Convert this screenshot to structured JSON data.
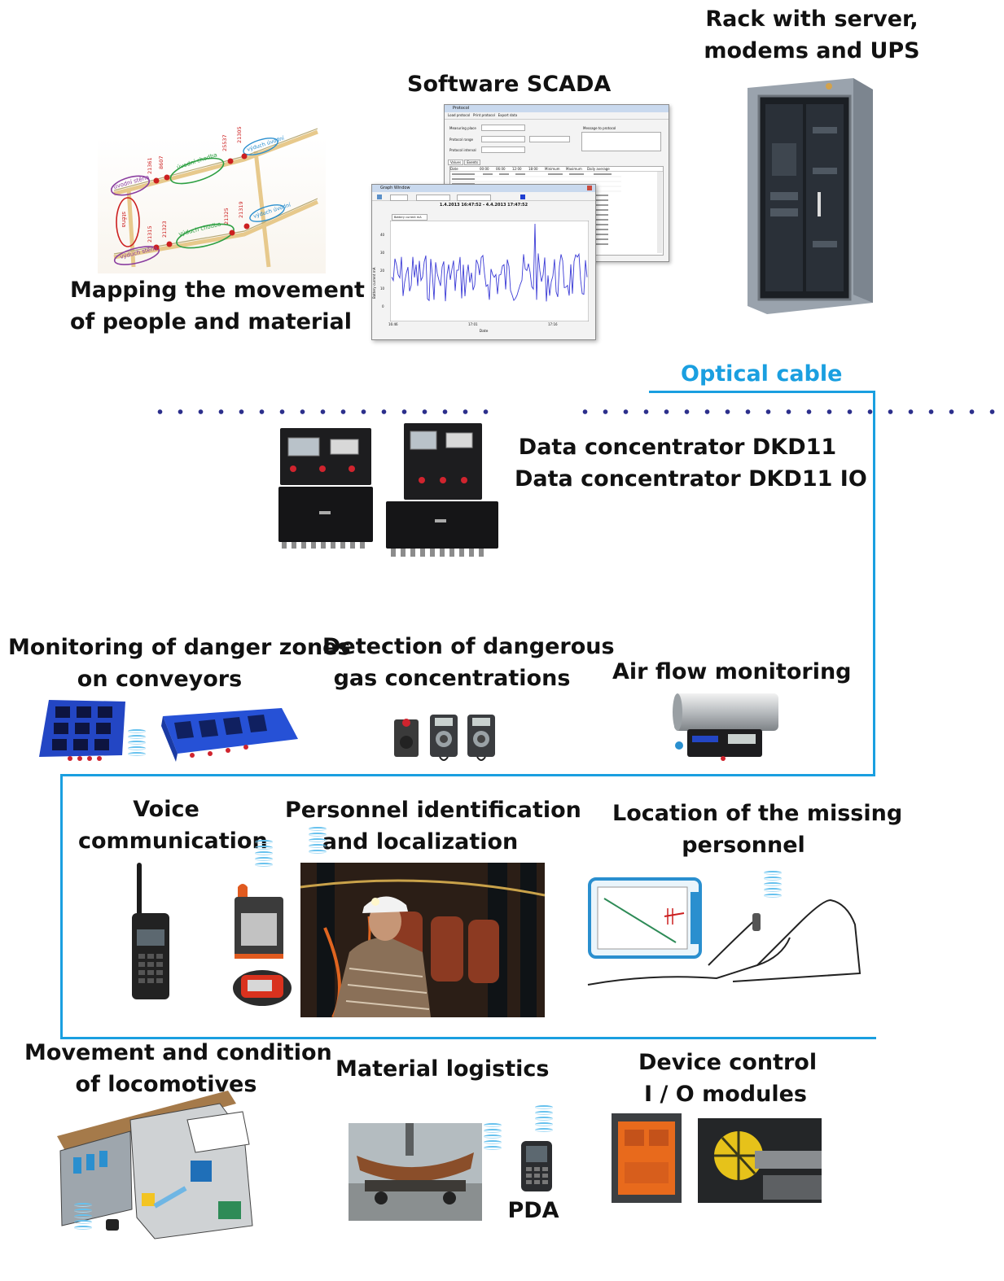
{
  "labels": {
    "rack": [
      "Rack with server,",
      "modems and UPS"
    ],
    "scada": [
      "Software SCADA"
    ],
    "mapping": [
      "Mapping the movement",
      "of people and material"
    ],
    "optical_cable": "Optical cable",
    "concentrator": [
      "Data concentrator DKD11",
      "Data concentrator DKD11 IO"
    ],
    "conveyor": [
      "Monitoring of danger zones",
      "on conveyors"
    ],
    "gas": [
      "Detection of dangerous",
      "gas concentrations"
    ],
    "airflow": [
      "Air flow monitoring"
    ],
    "voice": [
      "Voice",
      "communication"
    ],
    "personnel": [
      "Personnel identification",
      "and localization"
    ],
    "missing": [
      "Location of the missing",
      "personnel"
    ],
    "locomotives": [
      "Movement and condition",
      "of locomotives"
    ],
    "logistics": [
      "Material logistics"
    ],
    "pda": "PDA",
    "device_control": [
      "Device control",
      "I / O modules"
    ]
  },
  "map_annotations": {
    "upper_corridor": "úvodní chodba",
    "vent_corridor": "výduch chodba",
    "upper_face": "úvodní stěna",
    "lower_face": "výduch stěna",
    "face": "stěna",
    "vent_exit": "výduch úvodní",
    "ids": [
      "21361",
      "8607",
      "25537",
      "21305",
      "21315",
      "21323",
      "21325",
      "21319"
    ]
  },
  "scada_window": {
    "title": "Protocol",
    "toolbar": [
      "Load protocol",
      "Print protocol",
      "Export data"
    ],
    "fields": [
      "Measuring place",
      "Protocol range",
      "Protocol interval",
      "Message to protocol"
    ],
    "tabs": [
      "Values",
      "Events"
    ],
    "columns": [
      "Date",
      "00:00",
      "06:00",
      "12:00",
      "18:00",
      "Minimum",
      "Maximum",
      "Daily average"
    ]
  },
  "graph_window": {
    "title": "Graph Window",
    "chart_title": "1.4.2013 16:47:52 - 4.4.2013 17:47:52",
    "legend": "Battery current mA",
    "ylabel": "Battery current mA",
    "xlabel": "Date",
    "xticks": [
      "16:46",
      "17:01",
      "17:16"
    ],
    "yticks": [
      "0",
      "10",
      "20",
      "30",
      "40"
    ]
  },
  "colors": {
    "cable": "#1a9fe0",
    "dots": "#2c2f8c",
    "wave": "#66c1ee",
    "graph_line": "#3b3bd6",
    "map_green": "#2ea043",
    "map_purple": "#8b3fa0",
    "map_red": "#cc1f1f"
  }
}
